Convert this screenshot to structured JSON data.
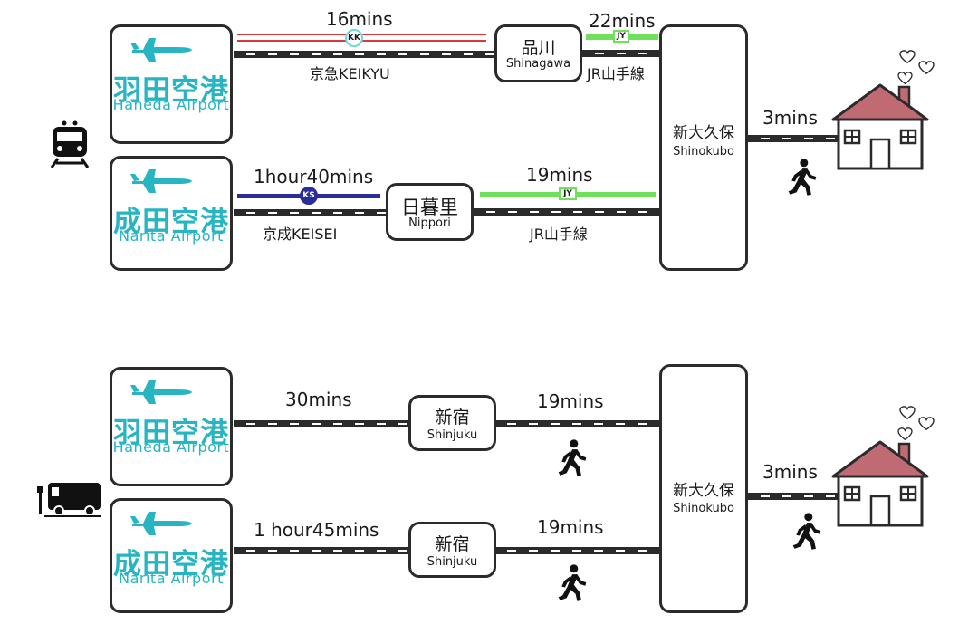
{
  "airports": {
    "haneda": {
      "jp": "羽田空港",
      "en": "Haneda  Airport"
    },
    "narita": {
      "jp": "成田空港",
      "en": "Narita  Airport"
    }
  },
  "stations": {
    "shinagawa": {
      "jp": "品川",
      "en": "Shinagawa"
    },
    "nippori": {
      "jp": "日暮里",
      "en": "Nippori"
    },
    "shinjuku": {
      "jp": "新宿",
      "en": "Shinjuku"
    },
    "shinokubo": {
      "jp": "新大久保",
      "en": "Shinokubo"
    }
  },
  "train_routes": {
    "haneda_keikyu": {
      "time": "16mins",
      "line_name": "京急KEIKYU",
      "badge": "KK",
      "color": "#d83a3a"
    },
    "shinagawa_jr": {
      "time": "22mins",
      "line_name": "JR山手線",
      "badge": "JY",
      "color": "#6ee05a"
    },
    "narita_keisei": {
      "time": "1hour40mins",
      "line_name": "京成KEISEI",
      "badge": "KS",
      "color": "#2a2d9c"
    },
    "nippori_jr": {
      "time": "19mins",
      "line_name": "JR山手線",
      "badge": "JY",
      "color": "#6ee05a"
    },
    "walk_home": {
      "time": "3mins"
    }
  },
  "bus_routes": {
    "haneda_bus": {
      "time": "30mins"
    },
    "haneda_walk": {
      "time": "19mins"
    },
    "narita_bus": {
      "time": "1 hour45mins"
    },
    "narita_walk": {
      "time": "19mins"
    },
    "walk_home": {
      "time": "3mins"
    }
  },
  "icons": [
    "train-icon",
    "bus-icon",
    "airplane-icon",
    "walking-person-icon",
    "house-icon",
    "heart-icon"
  ],
  "colors": {
    "airport_text": "#27b5c4",
    "roof": "#c06b74",
    "keikyu": "#d83a3a",
    "jr": "#6ee05a",
    "keisei": "#2a2d9c"
  }
}
